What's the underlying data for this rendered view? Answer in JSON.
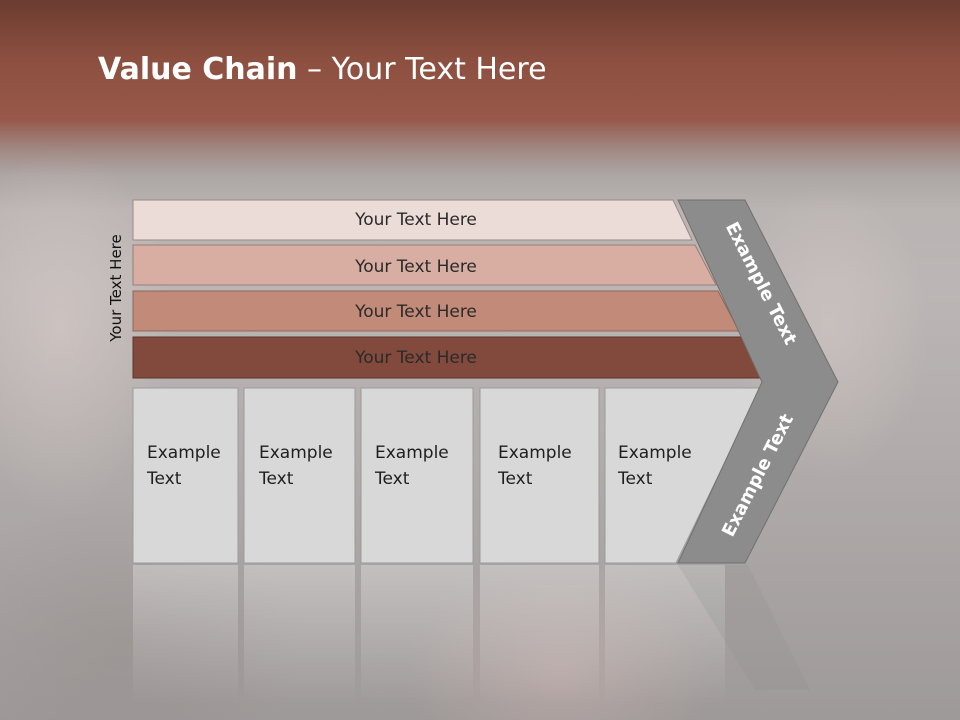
{
  "title": {
    "bold": "Value Chain",
    "rest": " – Your Text Here"
  },
  "side_label": "Your Text Here",
  "bars": [
    {
      "label": "Your Text Here",
      "fill": "#ecdcd7"
    },
    {
      "label": "Your Text Here",
      "fill": "#d8aea2"
    },
    {
      "label": "Your Text Here",
      "fill": "#c28a78"
    },
    {
      "label": "Your Text Here",
      "fill": "#814a3c"
    }
  ],
  "boxes": [
    {
      "text": "Example\nText"
    },
    {
      "text": "Example\nText"
    },
    {
      "text": "Example\nText"
    },
    {
      "text": "Example\nText"
    },
    {
      "text": "Example\nText"
    }
  ],
  "chevron": {
    "upper_text": "Example Text",
    "lower_text": "Example Text",
    "fill": "#8c8c8c"
  }
}
